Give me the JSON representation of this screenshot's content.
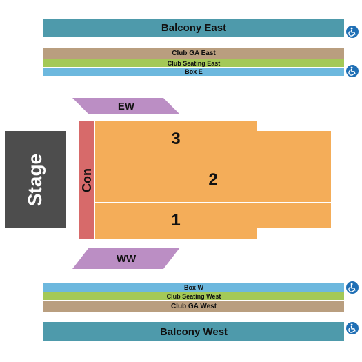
{
  "venue": {
    "stage_label": "Stage",
    "sections": {
      "balcony_east": "Balcony East",
      "club_ga_east": "Club GA East",
      "club_seating_east": "Club Seating East",
      "box_e": "Box E",
      "ew": "EW",
      "con": "Con",
      "sec3": "3",
      "sec2": "2",
      "sec1": "1",
      "ww": "WW",
      "box_w": "Box W",
      "club_seating_west": "Club Seating West",
      "club_ga_west": "Club GA West",
      "balcony_west": "Balcony West"
    },
    "colors": {
      "balcony": "#4e9aab",
      "club_ga": "#b99e7f",
      "club_seating": "#a4c957",
      "box": "#6db8de",
      "floor": "#f4ad59",
      "con": "#d76a6a",
      "wing": "#bb8ec4",
      "stage": "#4d4d4d",
      "ada_icon": "#1f6fb5"
    },
    "accessibility_icon": "wheelchair-icon"
  }
}
